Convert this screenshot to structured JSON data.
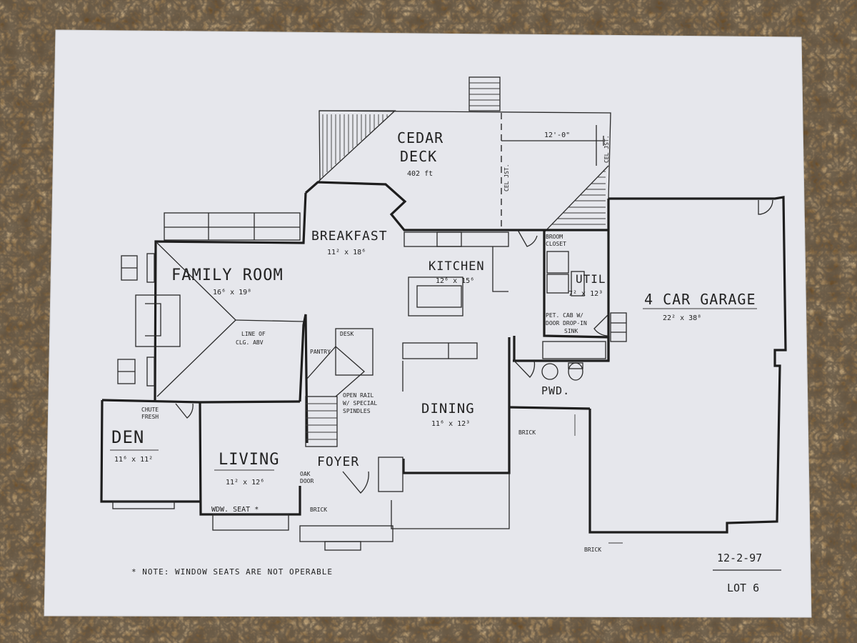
{
  "colors": {
    "paper": "#e9e9ed",
    "ink": "#1e1e1e",
    "granite_base": "#5a4124"
  },
  "rooms": {
    "cedar_deck_line1": "CEDAR",
    "cedar_deck_line2": "DECK",
    "cedar_deck_area": "402 ft",
    "breakfast": "BREAKFAST",
    "breakfast_dim": "11² x 18⁶",
    "kitchen": "KITCHEN",
    "kitchen_dim": "12⁶ x 15⁶",
    "family_room": "FAMILY ROOM",
    "family_room_dim": "16⁶ x 19⁸",
    "util": "UTIL",
    "util_dim": "7² x 12³",
    "garage": "4 CAR GARAGE",
    "garage_dim": "22² x 38⁸",
    "den": "DEN",
    "den_dim": "11⁶ x 11²",
    "living": "LIVING",
    "living_dim": "11² x 12⁶",
    "foyer": "FOYER",
    "dining": "DINING",
    "dining_dim": "11⁶ x 12³",
    "pwd": "PWD."
  },
  "annotations": {
    "deck_dim": "12'-0\"",
    "col_jst_left": "CEL JST.",
    "col_jst_right": "CEL JST.",
    "broom_closet_line1": "BROOM",
    "broom_closet_line2": "CLOSET",
    "pet_cab_line1": "PET. CAB W/",
    "pet_cab_line2": "DOOR DROP-IN",
    "pet_cab_line3": "SINK",
    "line_of_clg_line1": "LINE OF",
    "line_of_clg_line2": "CLG. ABV",
    "desk": "DESK",
    "pantry": "PANTRY",
    "open_rail_line1": "OPEN RAIL",
    "open_rail_line2": "W/ SPECIAL",
    "open_rail_line3": "SPINDLES",
    "chute_fresh_line1": "CHUTE",
    "chute_fresh_line2": "FRESH",
    "window_seat": "WDW. SEAT *",
    "oak_door_line1": "OAK",
    "oak_door_line2": "DOOR",
    "brick_front": "BRICK",
    "brick_side": "BRICK",
    "brick_garage": "BRICK",
    "note": "* NOTE: WINDOW SEATS ARE NOT OPERABLE"
  },
  "corner": {
    "date": "12-2-97",
    "lot": "LOT 6"
  }
}
